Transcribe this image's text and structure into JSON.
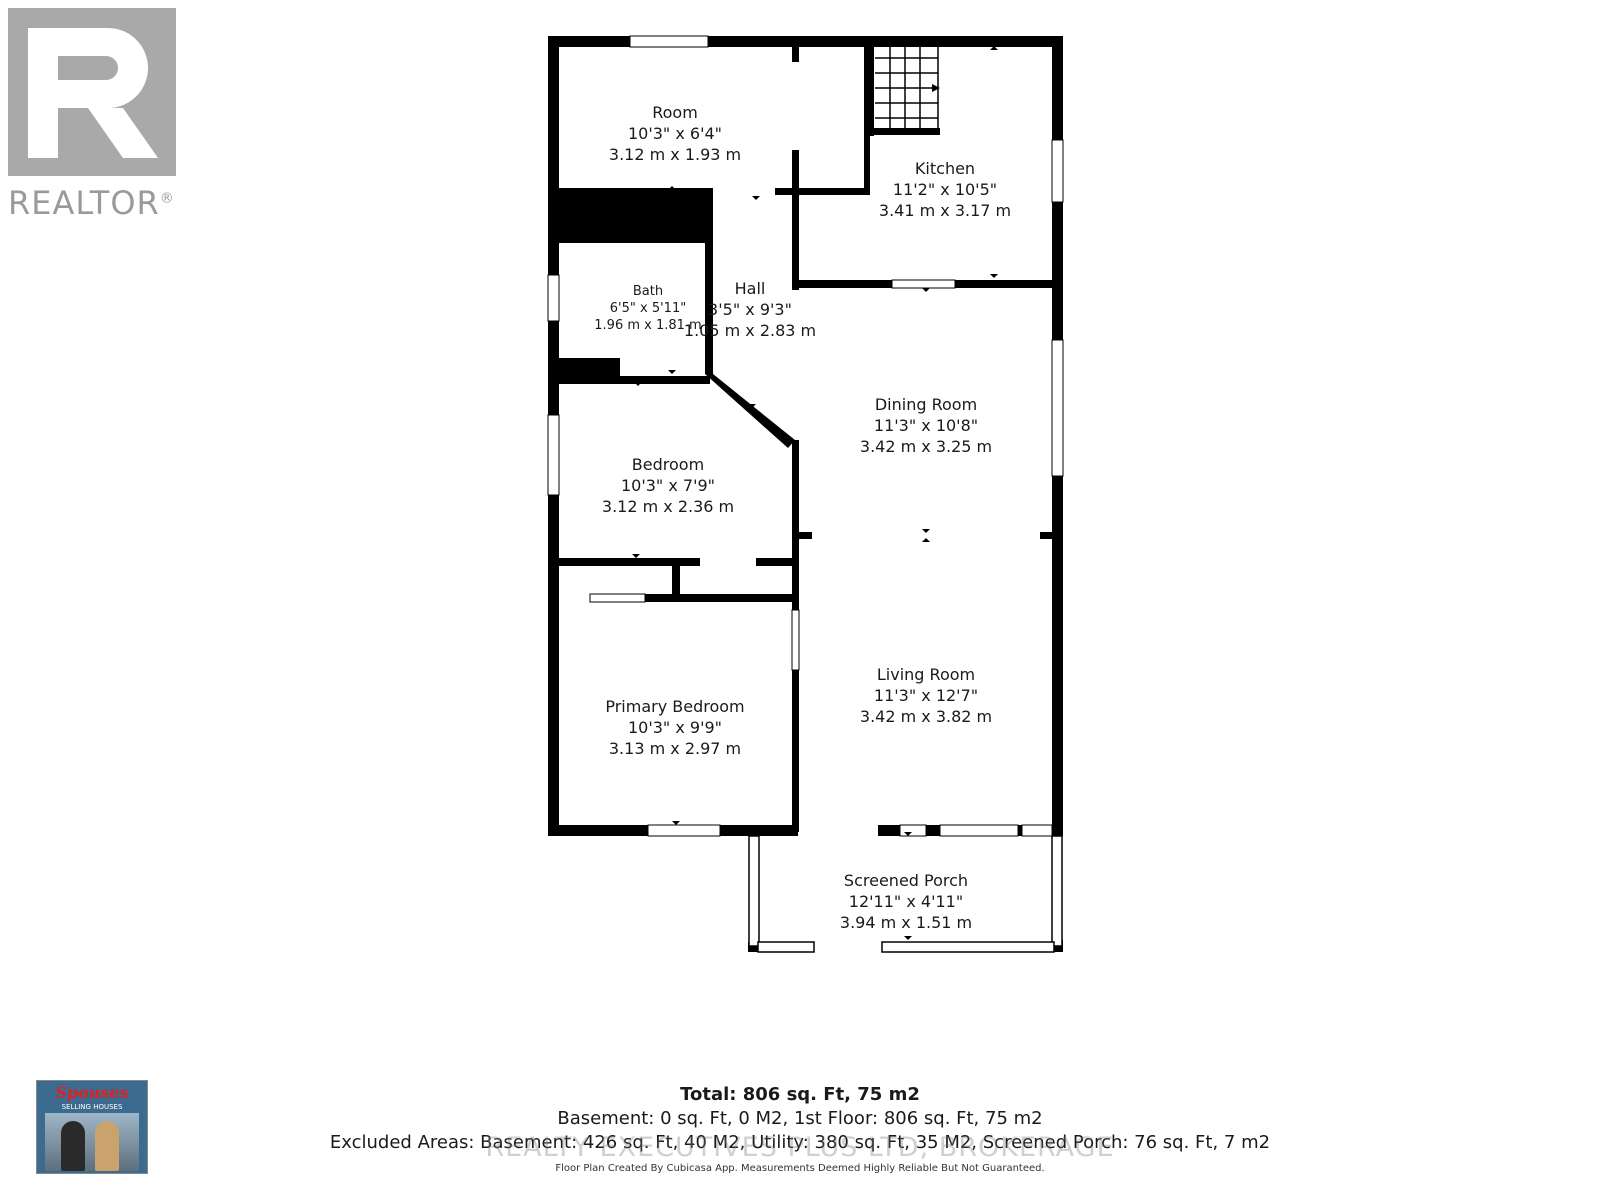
{
  "logo": {
    "text": "REALTOR",
    "mark": "®",
    "icon": "realtor-r-logo"
  },
  "rooms": [
    {
      "id": "room",
      "name": "Room",
      "dim_ft": "10'3\" x 6'4\"",
      "dim_m": "3.12 m x 1.93 m",
      "size": "normal"
    },
    {
      "id": "kitchen",
      "name": "Kitchen",
      "dim_ft": "11'2\" x 10'5\"",
      "dim_m": "3.41 m x 3.17 m",
      "size": "normal"
    },
    {
      "id": "bath",
      "name": "Bath",
      "dim_ft": "6'5\" x 5'11\"",
      "dim_m": "1.96 m x 1.81 m",
      "size": "small"
    },
    {
      "id": "hall",
      "name": "Hall",
      "dim_ft": "3'5\" x 9'3\"",
      "dim_m": "1.05 m x 2.83 m",
      "size": "normal"
    },
    {
      "id": "dining",
      "name": "Dining Room",
      "dim_ft": "11'3\" x 10'8\"",
      "dim_m": "3.42 m x 3.25 m",
      "size": "normal"
    },
    {
      "id": "bedroom",
      "name": "Bedroom",
      "dim_ft": "10'3\" x 7'9\"",
      "dim_m": "3.12 m x 2.36 m",
      "size": "normal"
    },
    {
      "id": "living",
      "name": "Living Room",
      "dim_ft": "11'3\" x 12'7\"",
      "dim_m": "3.42 m x 3.82 m",
      "size": "normal"
    },
    {
      "id": "primary",
      "name": "Primary Bedroom",
      "dim_ft": "10'3\" x 9'9\"",
      "dim_m": "3.13 m x 2.97 m",
      "size": "normal"
    },
    {
      "id": "porch",
      "name": "Screened Porch",
      "dim_ft": "12'11\" x 4'11\"",
      "dim_m": "3.94 m x 1.51 m",
      "size": "normal"
    }
  ],
  "summary": {
    "total": "Total: 806 sq. Ft, 75 m2",
    "floors": "Basement: 0 sq. Ft, 0 M2, 1st Floor: 806 sq. Ft, 75 m2",
    "excluded": "Excluded Areas: Basement: 426 sq. Ft, 40 M2, Utility: 380 sq. Ft, 35 M2, Screened Porch: 76 sq. Ft, 7 m2",
    "watermark": "REALTY EXECUTIVES PLUS LTD, BROKERAGE",
    "credit": "Floor Plan Created By Cubicasa App. Measurements Deemed Highly Reliable But Not Guaranteed."
  },
  "badge": {
    "title": "Spouses",
    "subtitle": "SELLING HOUSES"
  }
}
